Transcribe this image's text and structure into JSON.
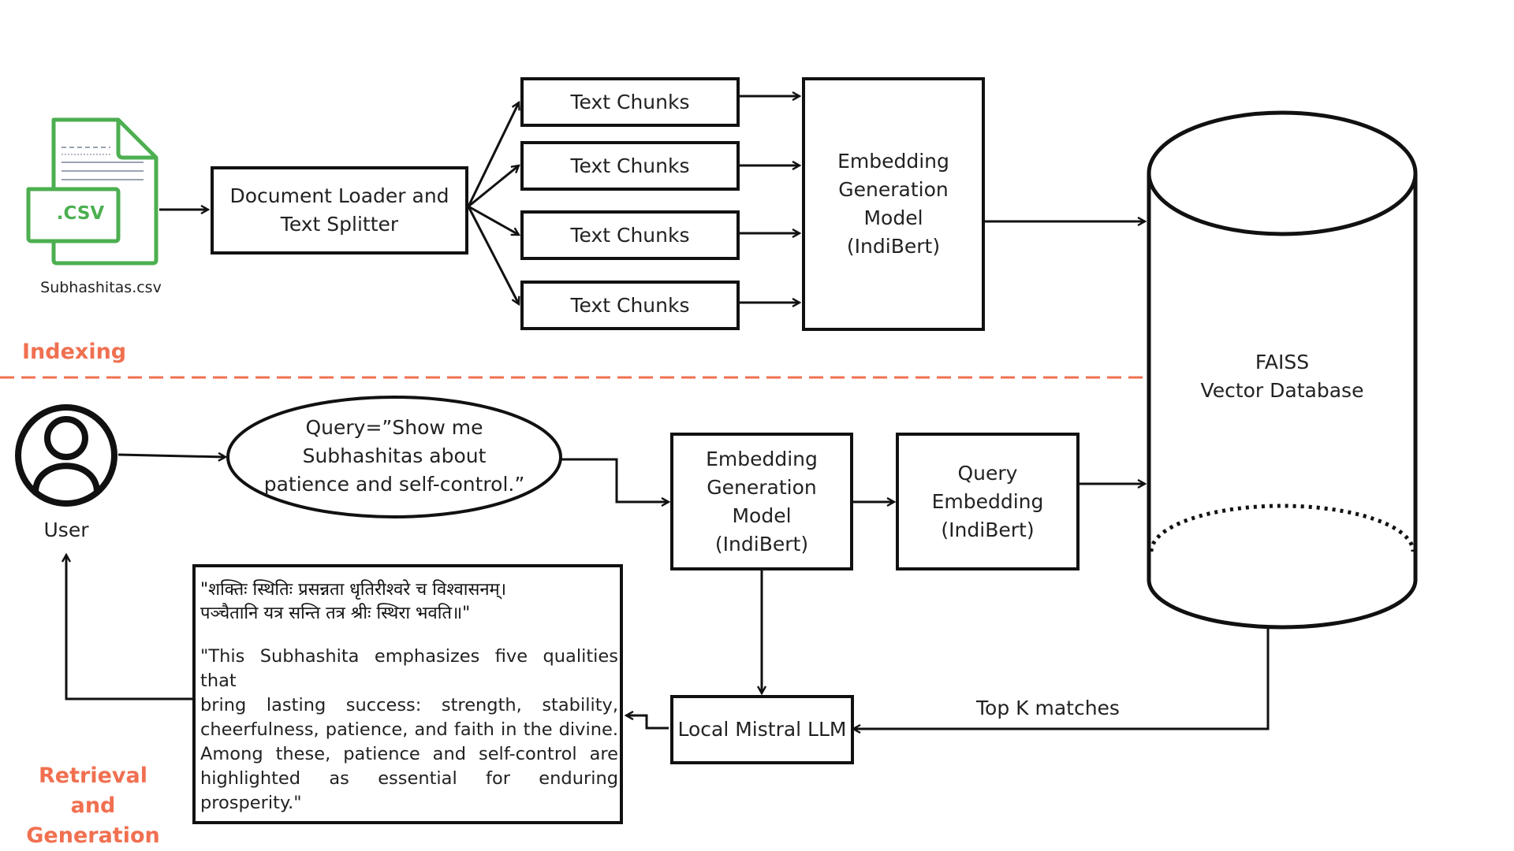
{
  "indexing": {
    "section_label": "Indexing",
    "csv_icon_text": ".CSV",
    "csv_filename": "Subhashitas.csv",
    "loader_lines": [
      "Document Loader and",
      "Text Splitter"
    ],
    "chunks": [
      "Text Chunks",
      "Text Chunks",
      "Text Chunks",
      "Text Chunks"
    ],
    "embedding_lines": [
      "Embedding",
      "Generation",
      "Model",
      "(IndiBert)"
    ]
  },
  "database": {
    "lines": [
      "FAISS",
      "Vector Database"
    ]
  },
  "retrieval": {
    "section_label_lines": [
      "Retrieval and",
      "Generation"
    ],
    "user_label": "User",
    "query_lines": [
      "Query=”Show me",
      "Subhashitas about",
      "patience and self-control.”"
    ],
    "embedding_lines": [
      "Embedding",
      "Generation",
      "Model",
      "(IndiBert)"
    ],
    "query_embedding_lines": [
      "Query",
      "Embedding",
      "(IndiBert)"
    ],
    "llm_label": "Local Mistral LLM",
    "top_k_label": "Top K matches",
    "answer": {
      "sanskrit_lines": [
        "\"शक्तिः स्थितिः प्रसन्नता धृतिरीश्वरे च विश्वासनम्।",
        " पञ्चैतानि यत्र सन्ति तत्र श्रीः स्थिरा भवति॥\""
      ],
      "english_lines": [
        " \"This Subhashita emphasizes five qualities that",
        "bring lasting success: strength, stability,",
        "cheerfulness, patience, and faith in the divine.",
        "Among these, patience and self-control are",
        "highlighted as essential for enduring",
        "prosperity.\""
      ]
    }
  },
  "colors": {
    "stroke": "#111111",
    "csv_green": "#4caf50",
    "section_orange": "#f07050",
    "dashed_divider": "#f07050"
  },
  "icons": [
    "csv-file-icon",
    "user-icon"
  ]
}
